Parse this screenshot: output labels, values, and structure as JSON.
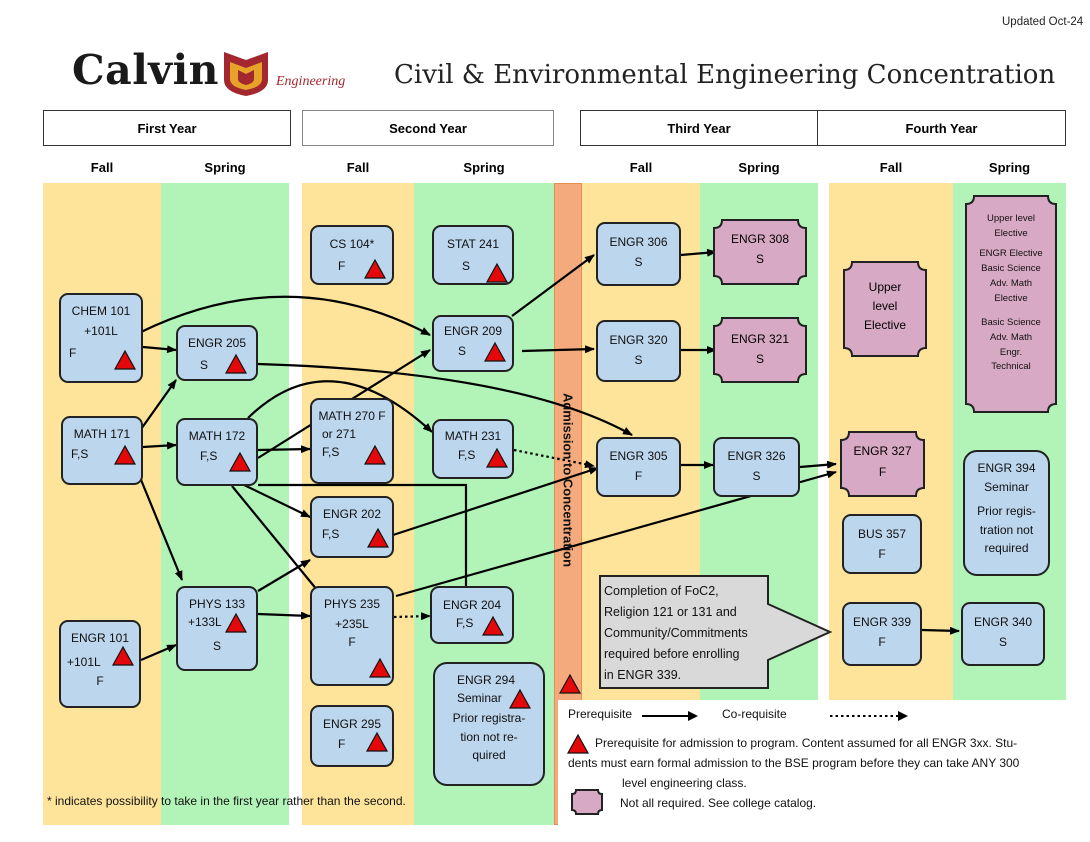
{
  "header": {
    "updated": "Updated Oct-24",
    "logo_word": "Calvin",
    "logo_sub": "Engineering",
    "title": "Civil & Environmental Engineering Concentration"
  },
  "years": [
    "First Year",
    "Second Year",
    "Third Year",
    "Fourth Year"
  ],
  "semesters": {
    "fall": "Fall",
    "spring": "Spring"
  },
  "admission_label": "Admission to Concentration",
  "courses": {
    "chem101": {
      "l1": "CHEM 101",
      "l2": "+101L",
      "l3": "F"
    },
    "math171": {
      "l1": "MATH 171",
      "l2": "F,S"
    },
    "engr101": {
      "l1": "ENGR 101",
      "l2": "+101L",
      "l3": "F"
    },
    "engr205": {
      "l1": "ENGR 205",
      "l2": "S"
    },
    "math172": {
      "l1": "MATH 172",
      "l2": "F,S"
    },
    "phys133": {
      "l1": "PHYS 133",
      "l2": "+133L",
      "l3": "S"
    },
    "cs104": {
      "l1": "CS 104*",
      "l2": "F"
    },
    "math270": {
      "l1": "MATH 270 F",
      "l2": "or 271",
      "l3": "F,S"
    },
    "engr202": {
      "l1": "ENGR 202",
      "l2": "F,S"
    },
    "phys235": {
      "l1": "PHYS 235",
      "l2": "+235L",
      "l3": "F"
    },
    "engr295": {
      "l1": "ENGR 295",
      "l2": "F"
    },
    "stat241": {
      "l1": "STAT 241",
      "l2": "S"
    },
    "engr209": {
      "l1": "ENGR 209",
      "l2": "S"
    },
    "math231": {
      "l1": "MATH 231",
      "l2": "F,S"
    },
    "engr204": {
      "l1": "ENGR 204",
      "l2": "F,S"
    },
    "engr294": {
      "l1": "ENGR 294",
      "l2": "Seminar",
      "l3": "Prior registra-",
      "l4": "tion not re-",
      "l5": "quired"
    },
    "engr306": {
      "l1": "ENGR 306",
      "l2": "S"
    },
    "engr320": {
      "l1": "ENGR 320",
      "l2": "S"
    },
    "engr305": {
      "l1": "ENGR 305",
      "l2": "F"
    },
    "engr308": {
      "l1": "ENGR 308",
      "l2": "S"
    },
    "engr321": {
      "l1": "ENGR 321",
      "l2": "S"
    },
    "engr326": {
      "l1": "ENGR 326",
      "l2": "S"
    },
    "upper_fall": {
      "l1": "Upper",
      "l2": "level",
      "l3": "Elective"
    },
    "engr327": {
      "l1": "ENGR 327",
      "l2": "F"
    },
    "bus357": {
      "l1": "BUS 357",
      "l2": "F"
    },
    "engr339": {
      "l1": "ENGR 339",
      "l2": "F"
    },
    "upper_spring": {
      "l1": "Upper level",
      "l2": "Elective",
      "l3": "ENGR Elective",
      "l4": "Basic Science",
      "l5": "Adv. Math",
      "l6": "Elective",
      "l7": "Basic Science",
      "l8": "Adv. Math",
      "l9": "Engr.",
      "l10": "Technical"
    },
    "engr394": {
      "l1": "ENGR 394",
      "l2": "Seminar",
      "l3": "Prior regis-",
      "l4": "tration not",
      "l5": "required"
    },
    "engr340": {
      "l1": "ENGR 340",
      "l2": "S"
    }
  },
  "completion_note": {
    "l1": "Completion of FoC2,",
    "l2": "Religion 121 or 131 and",
    "l3": "Community/Commitments",
    "l4": "required  before enrolling",
    "l5": "in ENGR 339."
  },
  "legend": {
    "prerequisite": "Prerequisite",
    "corequisite": "Co-requisite",
    "triangle_text_1": "Prerequisite for admission to program. Content assumed for all ENGR 3xx.  Stu-",
    "triangle_text_2": "dents must earn formal admission to the BSE program before they can take ANY 300",
    "triangle_text_3": "level engineering class.",
    "elective_text": "Not all required. See college catalog."
  },
  "footnote": "* indicates possibility to take in the first year rather than the second.",
  "colors": {
    "fall": "#fee49a",
    "spring": "#b2f4b7",
    "course": "#bcd6ee",
    "elective": "#d8a9c5",
    "admission": "#f4aa7c",
    "triangle": "#e4080a",
    "brand": "#a2272f"
  }
}
